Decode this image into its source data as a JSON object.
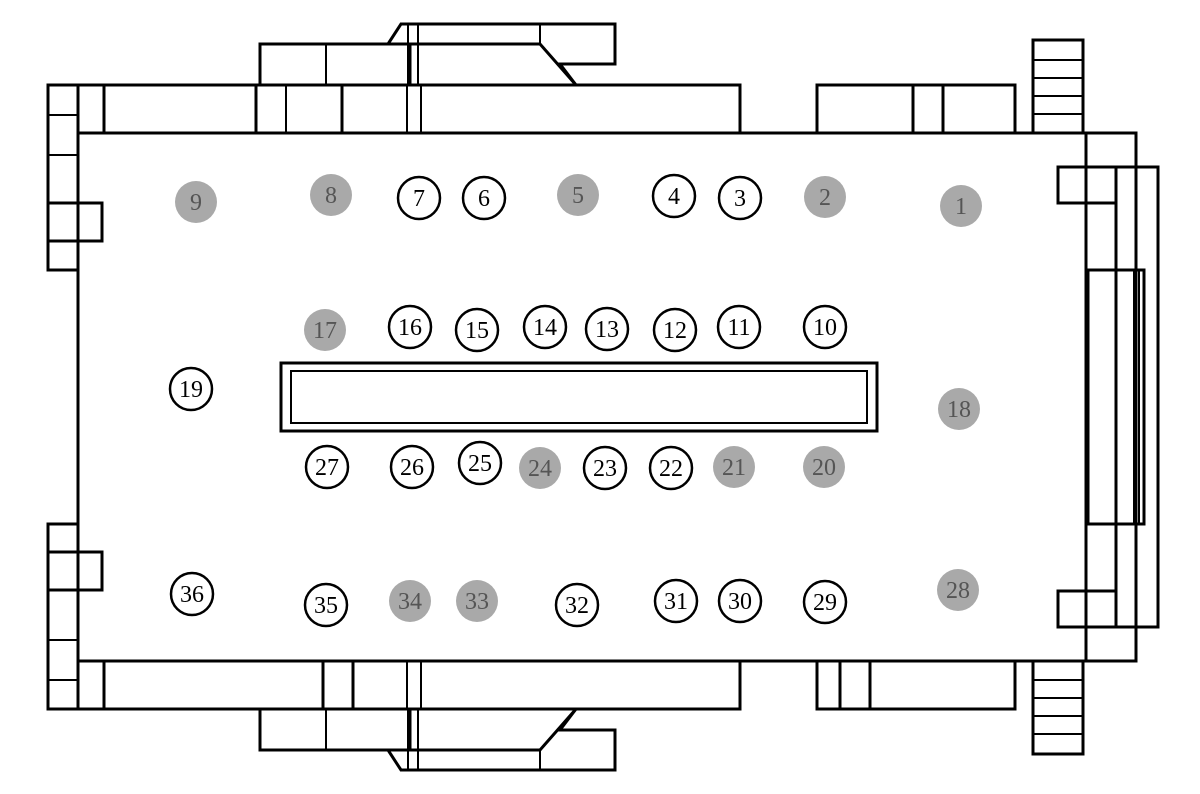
{
  "colors": {
    "line": "#000000",
    "filled": "#a9a9a9",
    "open": "#ffffff",
    "filled_text": "#555555",
    "open_text": "#000000"
  },
  "markers": [
    {
      "label": "1",
      "style": "filled"
    },
    {
      "label": "2",
      "style": "filled"
    },
    {
      "label": "3",
      "style": "open"
    },
    {
      "label": "4",
      "style": "open"
    },
    {
      "label": "5",
      "style": "filled"
    },
    {
      "label": "6",
      "style": "open"
    },
    {
      "label": "7",
      "style": "open"
    },
    {
      "label": "8",
      "style": "filled"
    },
    {
      "label": "9",
      "style": "filled"
    },
    {
      "label": "10",
      "style": "open"
    },
    {
      "label": "11",
      "style": "open"
    },
    {
      "label": "12",
      "style": "open"
    },
    {
      "label": "13",
      "style": "open"
    },
    {
      "label": "14",
      "style": "open"
    },
    {
      "label": "15",
      "style": "open"
    },
    {
      "label": "16",
      "style": "open"
    },
    {
      "label": "17",
      "style": "filled"
    },
    {
      "label": "18",
      "style": "filled"
    },
    {
      "label": "19",
      "style": "open"
    },
    {
      "label": "20",
      "style": "filled"
    },
    {
      "label": "21",
      "style": "filled"
    },
    {
      "label": "22",
      "style": "open"
    },
    {
      "label": "23",
      "style": "open"
    },
    {
      "label": "24",
      "style": "filled"
    },
    {
      "label": "25",
      "style": "open"
    },
    {
      "label": "26",
      "style": "open"
    },
    {
      "label": "27",
      "style": "open"
    },
    {
      "label": "28",
      "style": "filled"
    },
    {
      "label": "29",
      "style": "open"
    },
    {
      "label": "30",
      "style": "open"
    },
    {
      "label": "31",
      "style": "open"
    },
    {
      "label": "32",
      "style": "open"
    },
    {
      "label": "33",
      "style": "filled"
    },
    {
      "label": "34",
      "style": "filled"
    },
    {
      "label": "35",
      "style": "open"
    },
    {
      "label": "36",
      "style": "open"
    }
  ]
}
